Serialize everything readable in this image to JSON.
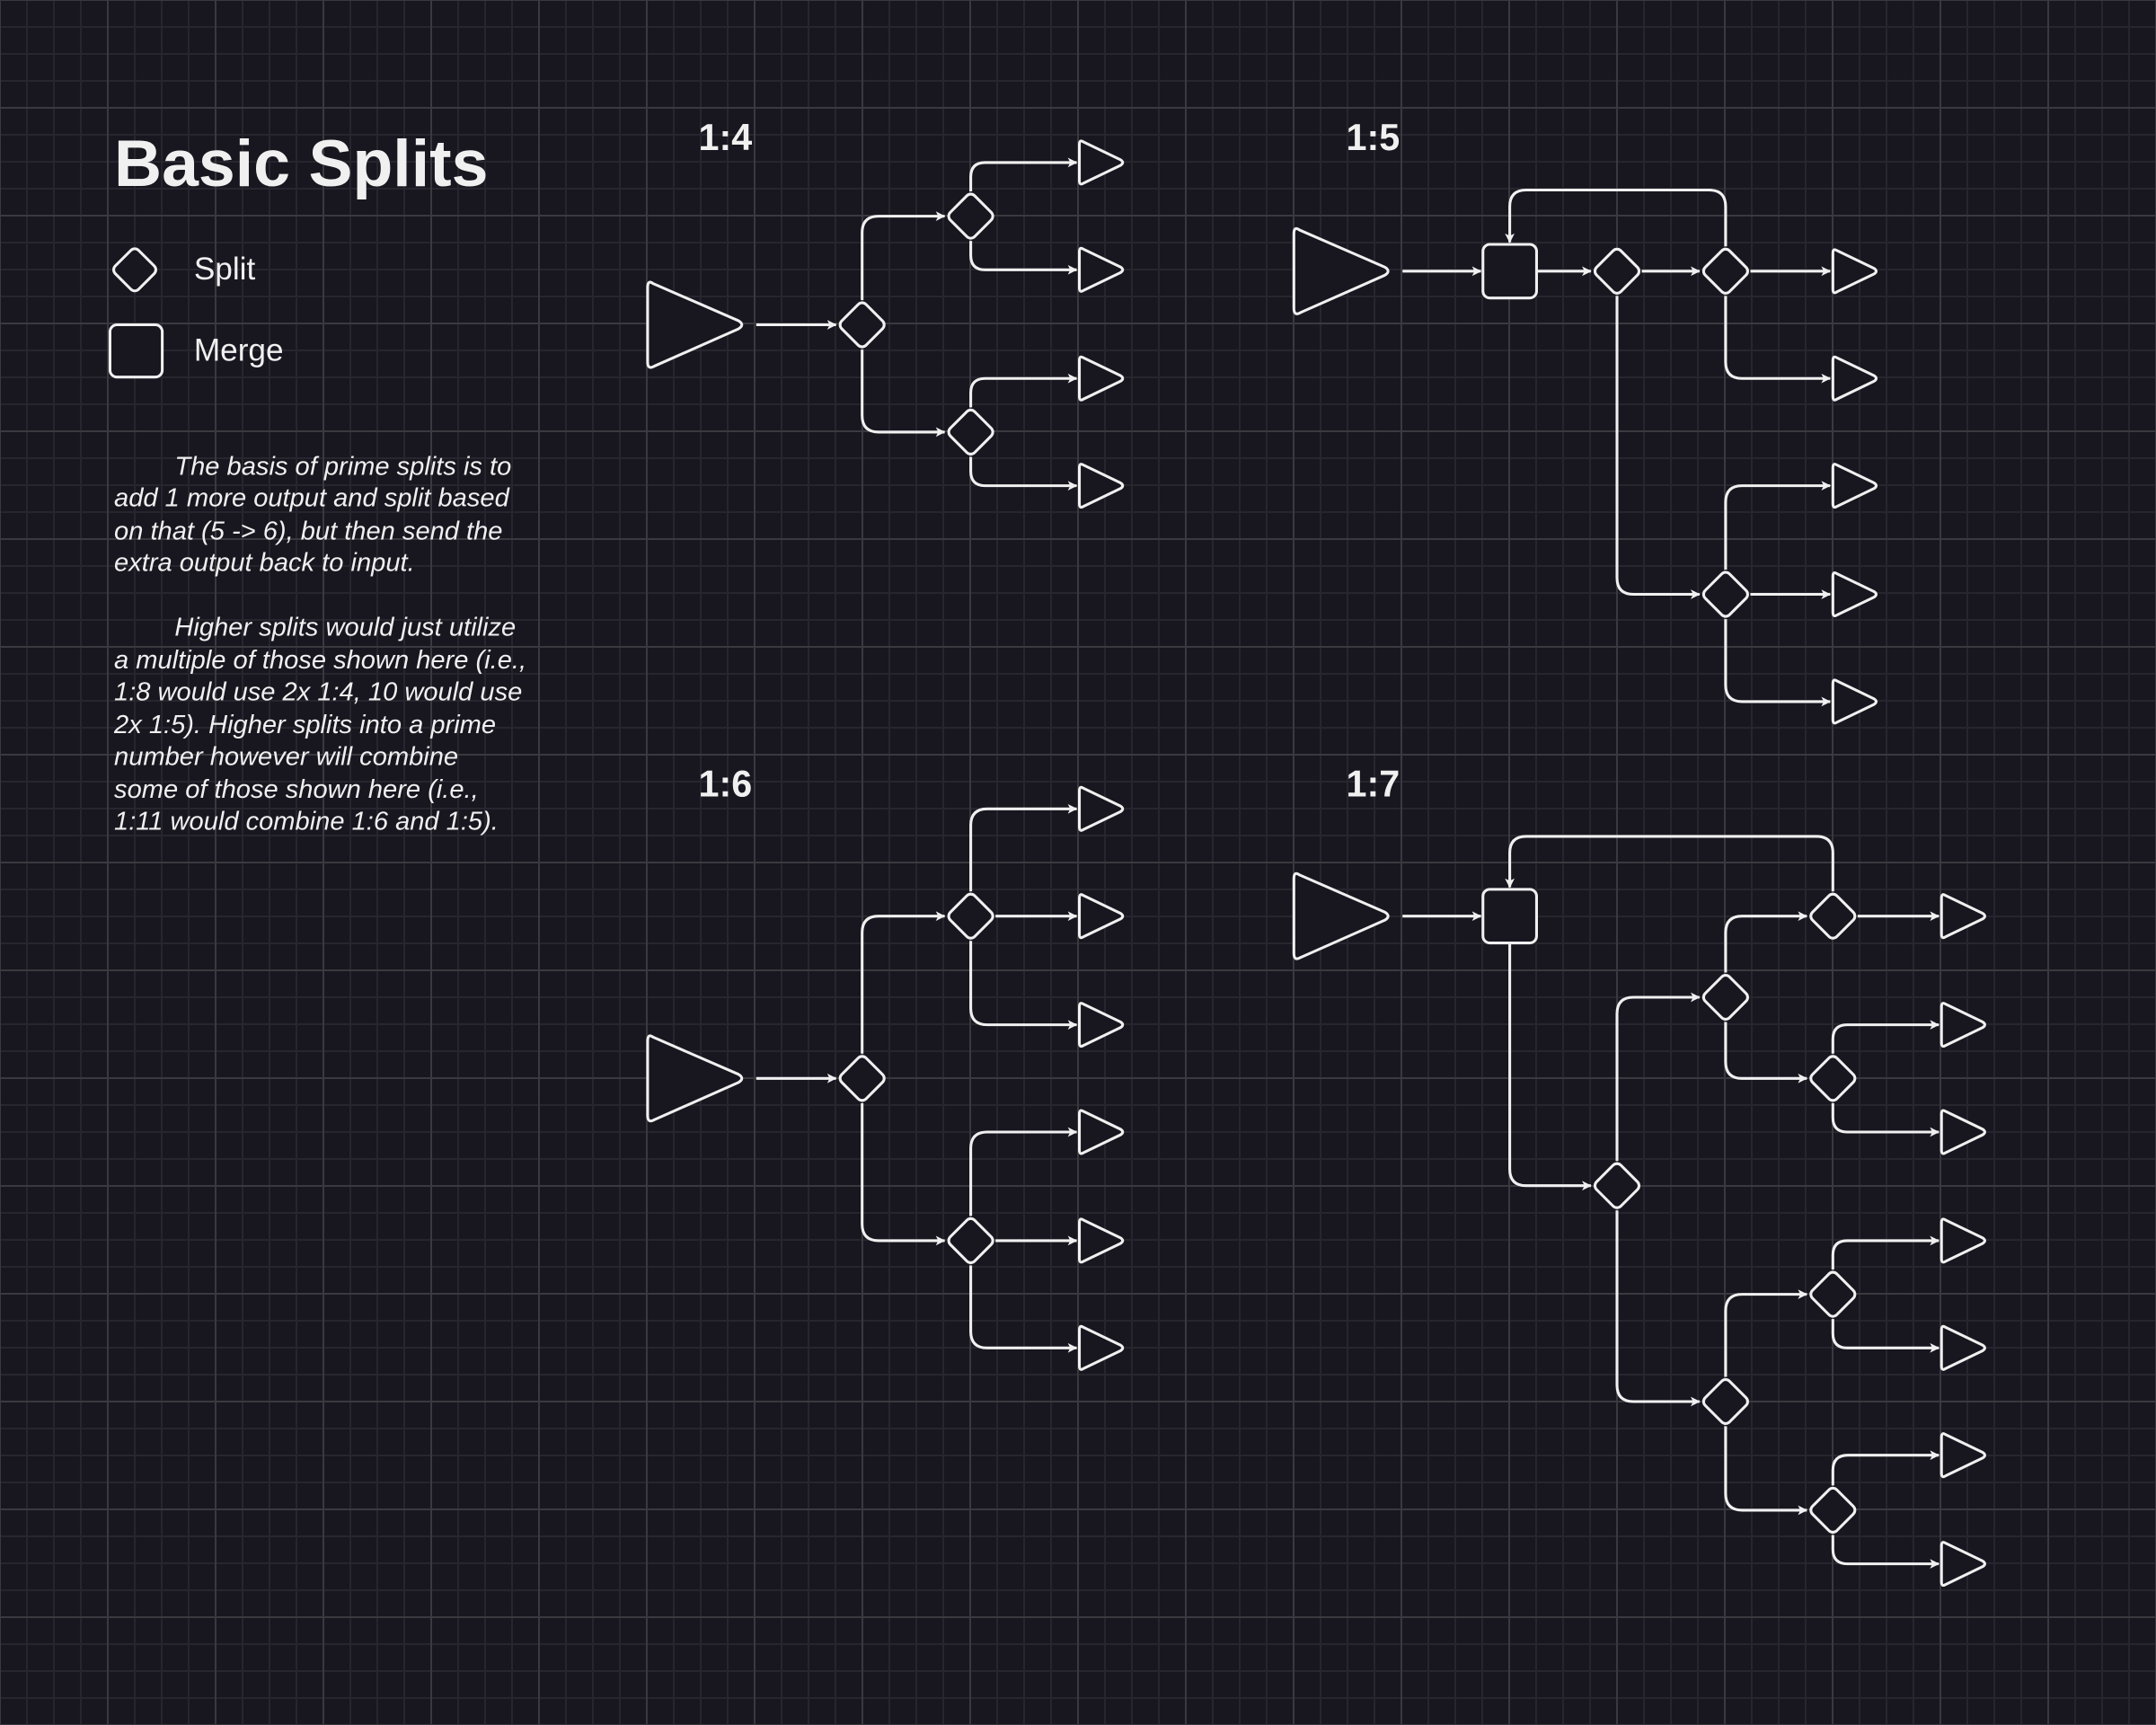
{
  "title": "Basic Splits",
  "legend": {
    "split": "Split",
    "merge": "Merge"
  },
  "description": {
    "paragraph1": [
      "The basis of prime splits is to",
      "add 1 more output and split based",
      "on that (5 -> 6), but then send the",
      "extra output back to input."
    ],
    "paragraph2": [
      "Higher splits would just utilize",
      "a multiple of those shown here (i.e.,",
      "1:8 would use 2x 1:4, 10 would use",
      "2x 1:5). Higher splits into a prime",
      "number however will combine",
      "some of those shown here (i.e.,",
      "1:11 would combine 1:6 and 1:5)."
    ]
  },
  "diagrams": {
    "d14": {
      "label": "1:4"
    },
    "d15": {
      "label": "1:5"
    },
    "d16": {
      "label": "1:6"
    },
    "d17": {
      "label": "1:7"
    }
  },
  "colors": {
    "background": "#18161f",
    "stroke": "#f0f0f0",
    "grid_major": "#3a393f",
    "grid_minor": "#27252d"
  }
}
